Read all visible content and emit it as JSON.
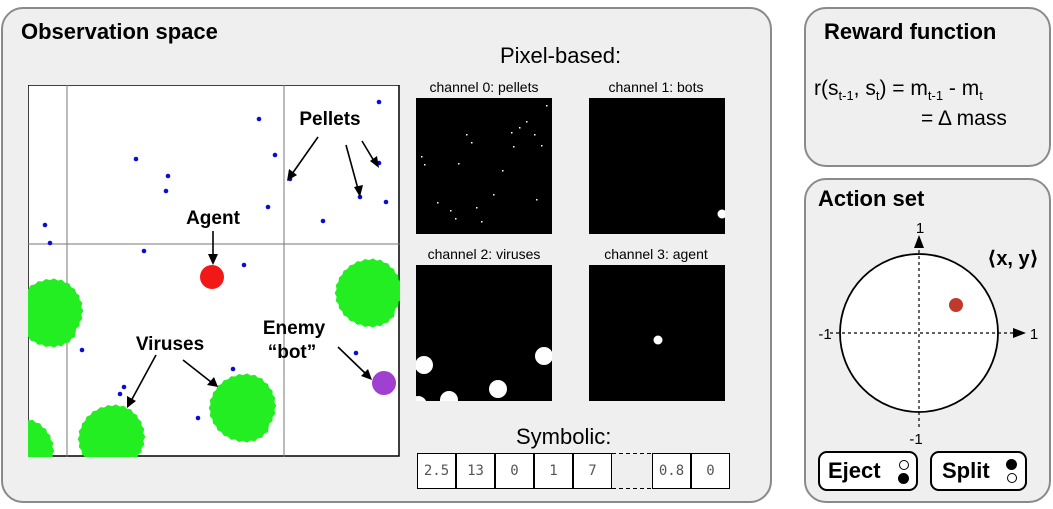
{
  "observation": {
    "title": "Observation space",
    "labels": {
      "pellets": "Pellets",
      "agent": "Agent",
      "viruses": "Viruses",
      "enemy_line1": "Enemy",
      "enemy_line2": "“bot”"
    },
    "pixel_title": "Pixel-based:",
    "channels": [
      "channel 0: pellets",
      "channel 1: bots",
      "channel 2: viruses",
      "channel 3: agent"
    ],
    "symbolic_title": "Symbolic:",
    "symbolic_values": [
      "2.5",
      "13",
      "0",
      "1",
      "7",
      "0.8",
      "0"
    ]
  },
  "reward": {
    "title": "Reward function",
    "eq_line1_prefix": "r(s",
    "sub_t1": "t-1",
    "comma": ", s",
    "sub_t": "t",
    "eq_mid": ") = m",
    "eq_minus": " - m",
    "eq_line2": "= Δ mass"
  },
  "action": {
    "title": "Action set",
    "vector_label": "⟨x, y⟩",
    "axis_top": "1",
    "axis_bottom": "-1",
    "axis_left": "-1",
    "axis_right": "1",
    "eject_label": "Eject",
    "split_label": "Split"
  },
  "colors": {
    "pellet": "#0b0bd6",
    "agent": "#f21818",
    "enemy": "#a040d0",
    "virus": "#22ee22",
    "action_dot": "#c0392b"
  }
}
